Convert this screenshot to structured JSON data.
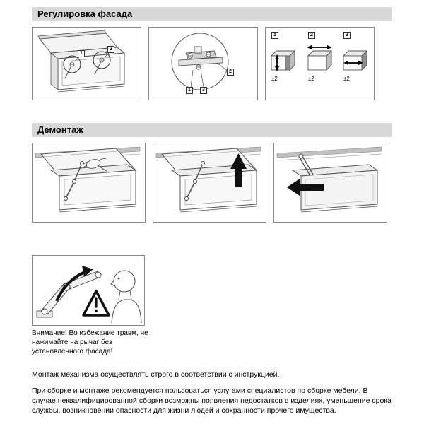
{
  "sections": {
    "adjust_title": "Регулировка фасада",
    "dismantle_title": "Демонтаж"
  },
  "adjust": {
    "markers": {
      "m1": "1",
      "m2": "2",
      "m3": "3"
    },
    "tolerance": "±2"
  },
  "warning": {
    "caption": "Внимание! Во избежание травм, не нажимайте на рычаг без установленного фасада!"
  },
  "notes": {
    "line": "Монтаж механизма осуществлять строго в соответствии с инструкцией.",
    "para": "При сборке и монтаже рекомендуется пользоваться услугами специалистов по сборке мебели. В случае неквалифицированной сборки возможны появления недостатков в изделиях, уменьшение срока службы, возникновении опасности для жизни людей и сохранности прочего имущества."
  }
}
